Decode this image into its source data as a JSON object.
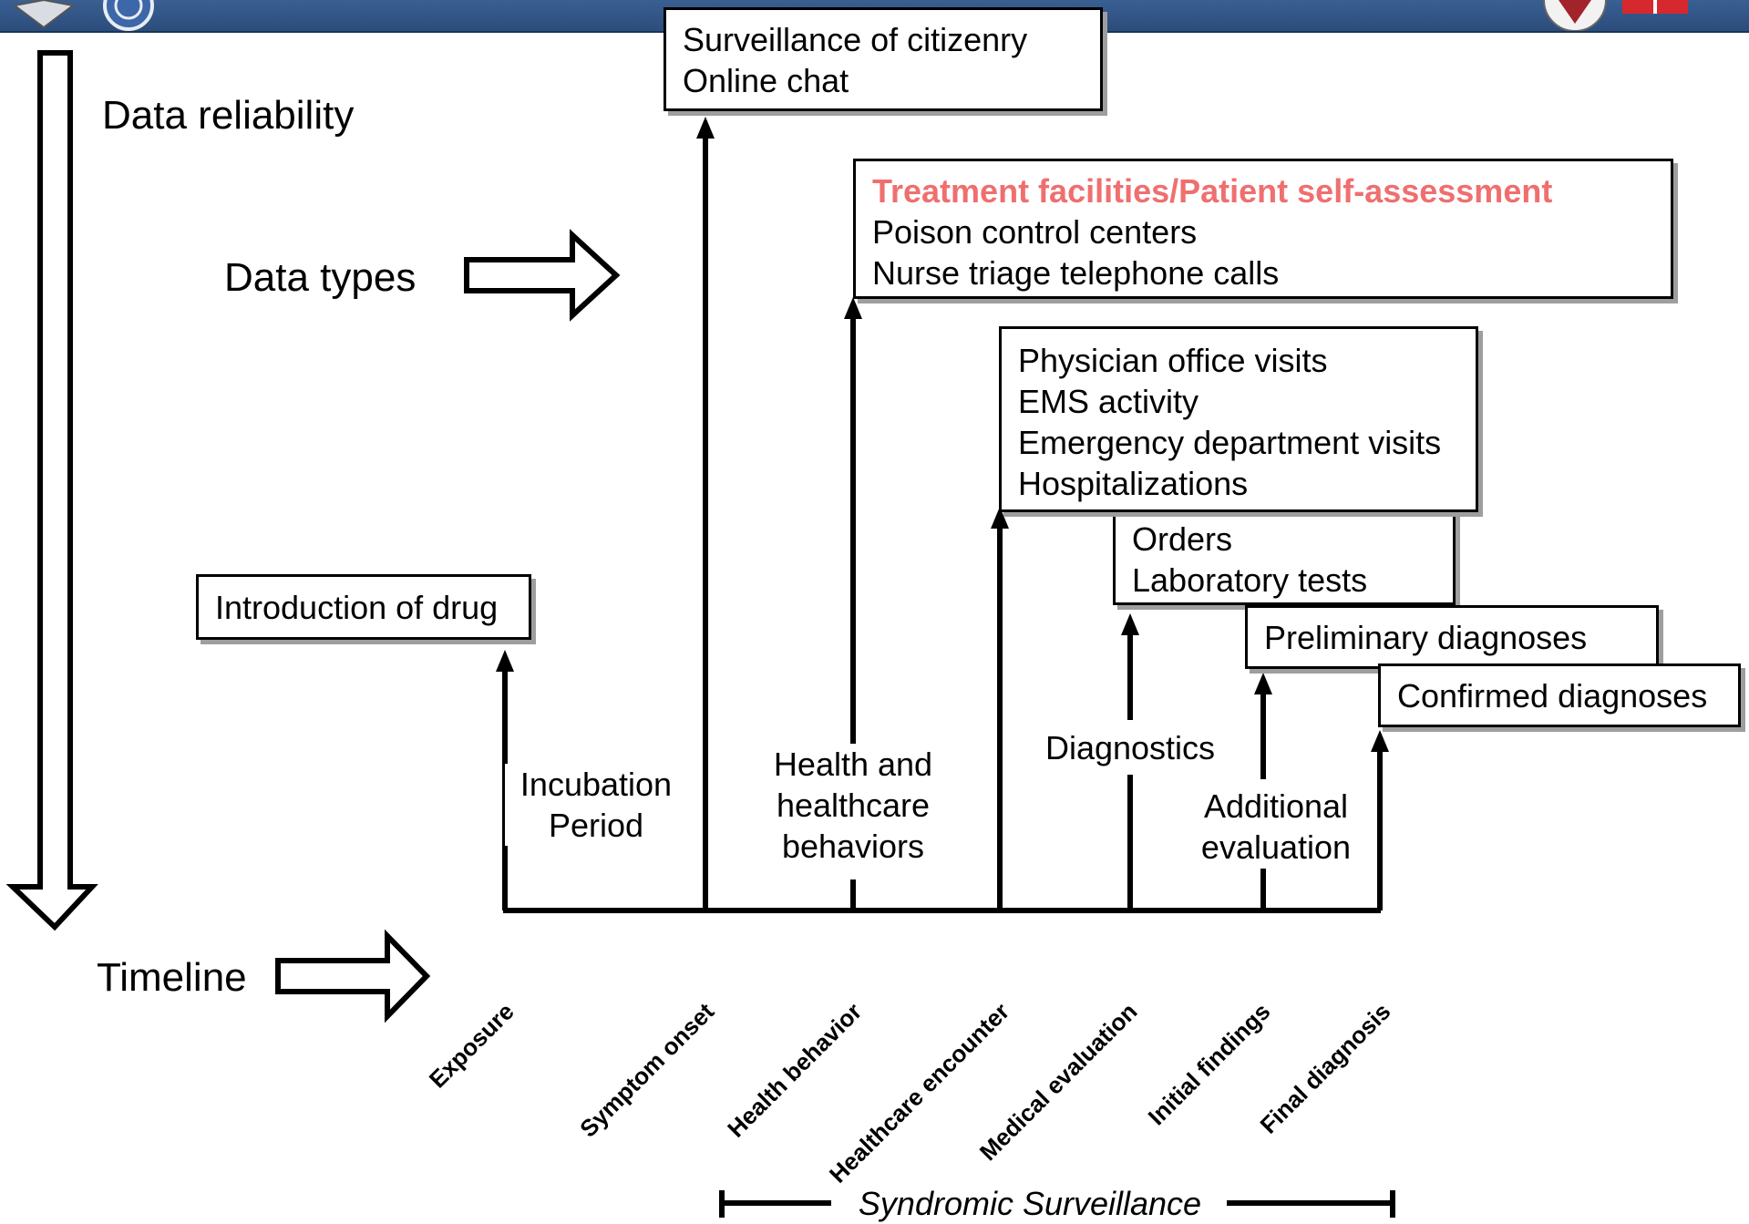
{
  "colors": {
    "header_bar": "#2b4d7c",
    "highlight_text": "#ef6f6f",
    "box_shadow": "#9e9e9e",
    "line": "#000000"
  },
  "header": {
    "icons": [
      "book-logo-icon",
      "globe-seal-icon",
      "university-seal-icon",
      "red-logo-icon"
    ]
  },
  "axis_labels": {
    "data_reliability": "Data reliability",
    "data_types": "Data types",
    "timeline": "Timeline"
  },
  "boxes": {
    "citizenry": [
      "Surveillance of citizenry",
      "Online chat"
    ],
    "treatment": {
      "title": "Treatment facilities/Patient self-assessment",
      "lines": [
        "Poison control centers",
        "Nurse triage telephone calls"
      ]
    },
    "physician": [
      "Physician office visits",
      "EMS activity",
      "Emergency department visits",
      "Hospitalizations"
    ],
    "orders": [
      "Orders",
      "Laboratory tests"
    ],
    "drug": "Introduction of drug",
    "preliminary": "Preliminary  diagnoses",
    "confirmed": "Confirmed diagnoses"
  },
  "phase_labels": {
    "incubation": [
      "Incubation",
      "Period"
    ],
    "health": [
      "Health and",
      "healthcare",
      "behaviors"
    ],
    "diagnostics": "Diagnostics",
    "additional": [
      "Additional",
      "evaluation"
    ]
  },
  "timeline_ticks": [
    "Exposure",
    "Symptom onset",
    "Health behavior",
    "Healthcare encounter",
    "Medical evaluation",
    "Initial findings",
    "Final diagnosis"
  ],
  "syndromic": "Syndromic Surveillance"
}
